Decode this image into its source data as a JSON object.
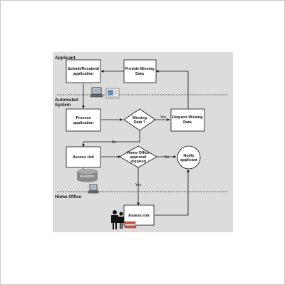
{
  "lanes": {
    "applicant": "Applicant",
    "automated": [
      "Automated",
      "System"
    ],
    "home_office": "Home Office"
  },
  "nodes": {
    "submit": [
      "Submit/Resubmit",
      "application"
    ],
    "provide": [
      "Provide Missing",
      "Data"
    ],
    "process": [
      "Process",
      "application"
    ],
    "missing": [
      "Missing",
      "Data ?"
    ],
    "request": [
      "Request Missing",
      "Data"
    ],
    "assess1": "Assess risk",
    "approval": [
      "Home Office",
      "approval",
      "required"
    ],
    "notify": [
      "Notify",
      "applicant"
    ],
    "analytics": "Analytics",
    "assess2": "Assess risk"
  },
  "edges": {
    "yes_request": "Yes",
    "no_assess": "No",
    "no_notify": "No",
    "yes_home": "Yes"
  },
  "colors": {
    "canvas": "#dcdcdc",
    "analytics_cylinder": "#8a8a8a",
    "book_red": "#c55a4a"
  },
  "icons": [
    "computer-icon",
    "document-icon",
    "analytics-cylinder-icon",
    "people-icon",
    "books-icon"
  ]
}
